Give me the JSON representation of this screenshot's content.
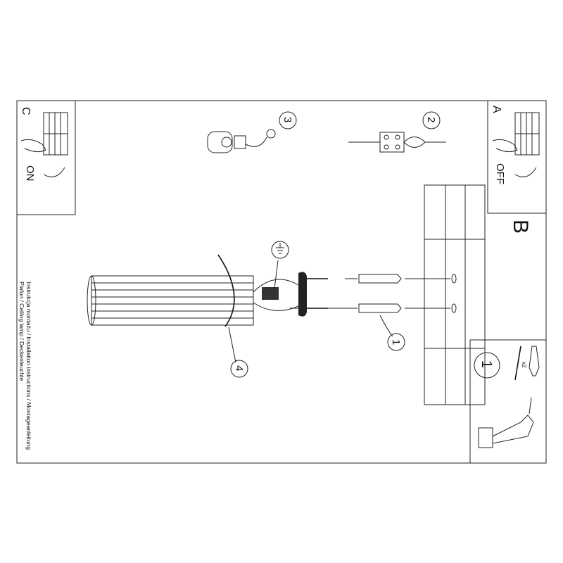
{
  "labels": {
    "panel_c": "C",
    "panel_c_state": "ON",
    "panel_a": "A",
    "panel_a_state": "OFF",
    "section_b": "B",
    "step_1": "1",
    "step_2": "2",
    "step_3": "3",
    "step_4": "4",
    "step_1_tools": "1",
    "quantity": "x2"
  },
  "caption": {
    "line1": "Instrukcja montażu / Installation instructions / Montageanleitung",
    "line2": "Plafon / Ceiling lamp / Deckenleuchte"
  },
  "colors": {
    "line": "#222222",
    "background": "#ffffff"
  }
}
